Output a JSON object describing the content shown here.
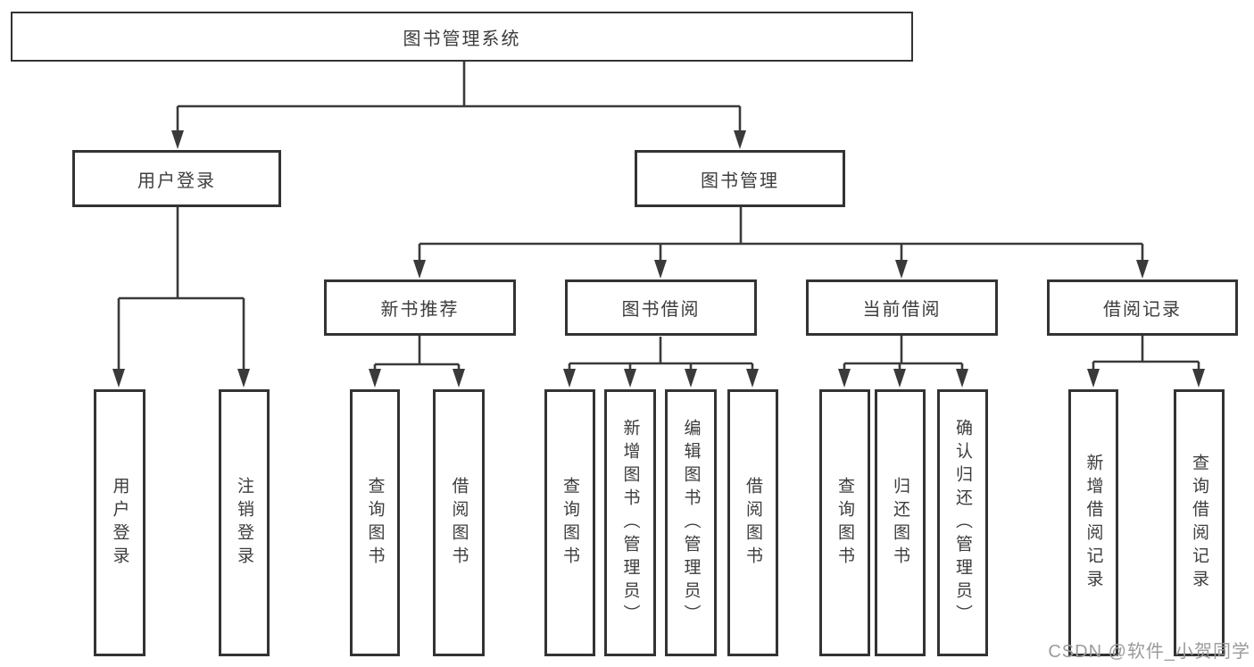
{
  "diagram": {
    "colors": {
      "background": "#ffffff",
      "line": "#3a3a3a",
      "box_border": "#333333",
      "text": "#3d3d3d",
      "watermark": "#9b9b9b"
    },
    "nodes": {
      "root": {
        "label": "图书管理系统"
      },
      "user_login": {
        "label": "用户登录"
      },
      "book_management": {
        "label": "图书管理"
      },
      "new_book_recommend": {
        "label": "新书推荐"
      },
      "book_borrow": {
        "label": "图书借阅"
      },
      "current_borrow": {
        "label": "当前借阅"
      },
      "borrow_records": {
        "label": "借阅记录"
      },
      "leaf_user_login": {
        "label": "用户登录"
      },
      "leaf_logout": {
        "label": "注销登录"
      },
      "leaf_query_books_1": {
        "label": "查询图书"
      },
      "leaf_borrow_books_1": {
        "label": "借阅图书"
      },
      "leaf_query_books_2": {
        "label": "查询图书"
      },
      "leaf_add_books": {
        "label": "新增图书（管理员）"
      },
      "leaf_edit_books": {
        "label": "编辑图书（管理员）"
      },
      "leaf_borrow_books_2": {
        "label": "借阅图书"
      },
      "leaf_query_books_3": {
        "label": "查询图书"
      },
      "leaf_return_books": {
        "label": "归还图书"
      },
      "leaf_confirm_return": {
        "label": "确认归还（管理员）"
      },
      "leaf_add_borrow_record": {
        "label": "新增借阅记录"
      },
      "leaf_query_borrow_record": {
        "label": "查询借阅记录"
      }
    },
    "watermark": {
      "text": "CSDN @软件_小贺同学"
    }
  }
}
